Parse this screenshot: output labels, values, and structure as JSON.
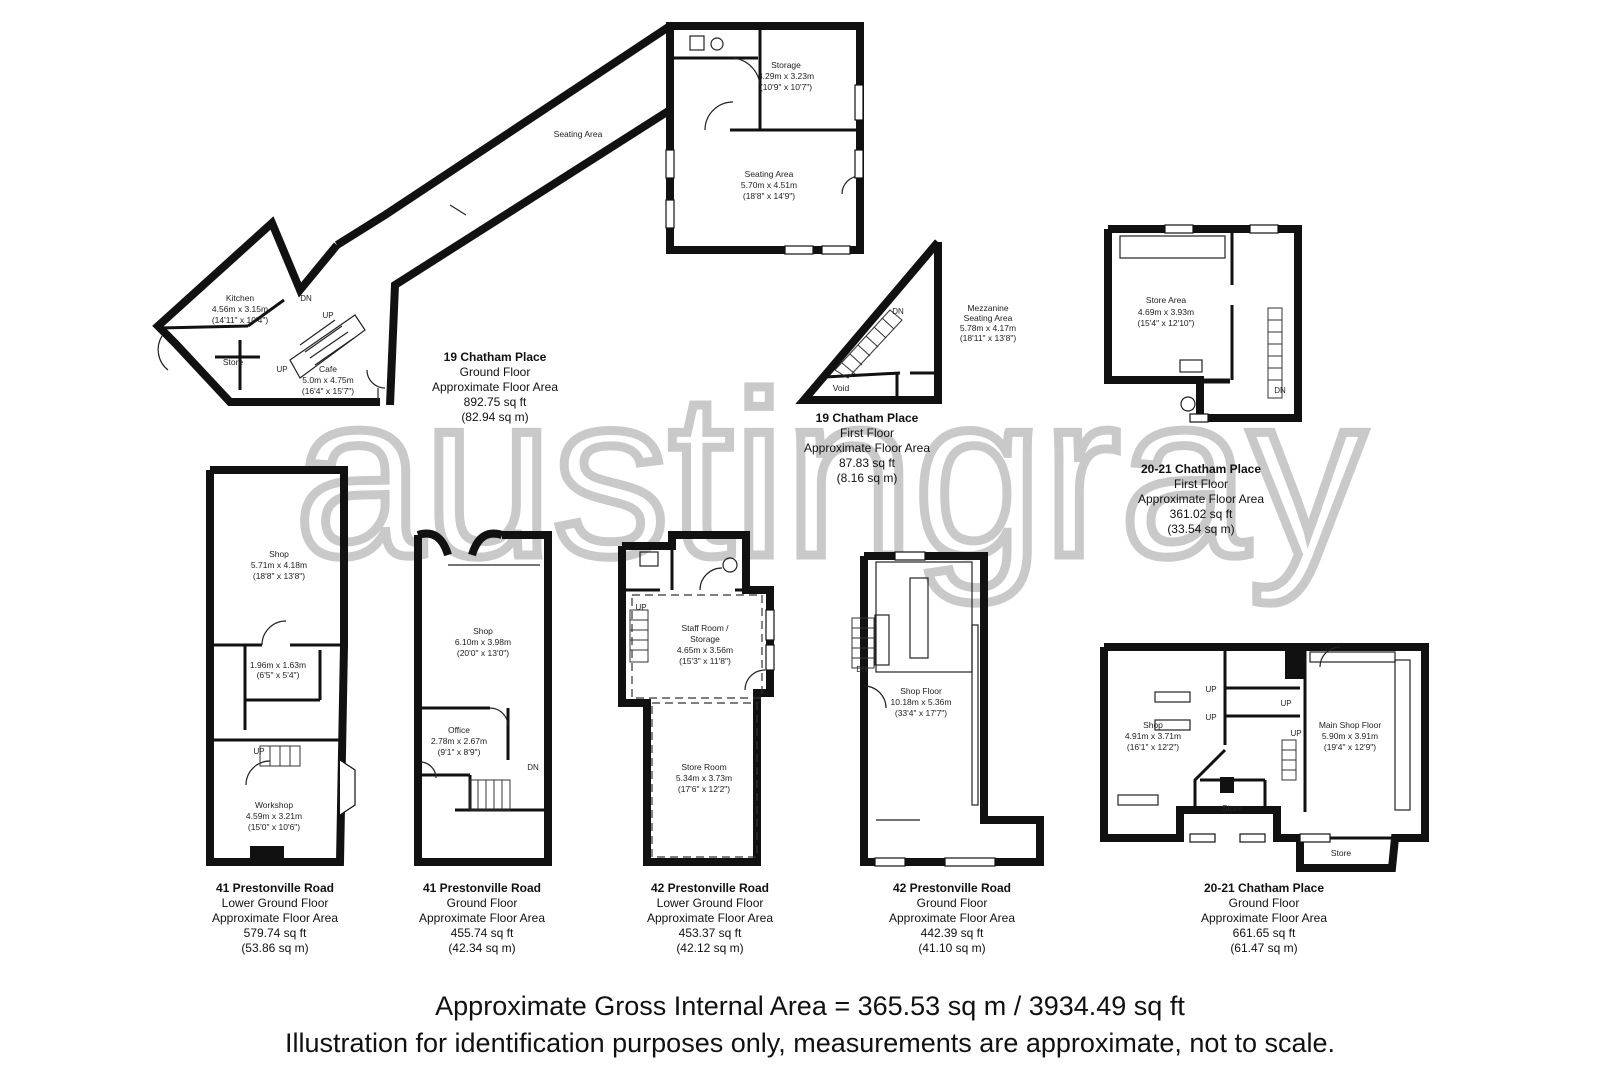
{
  "watermark": "austingray",
  "plans": [
    {
      "id": "chatham-19-ground",
      "caption": {
        "name": "19 Chatham Place",
        "floor": "Ground Floor",
        "area_label": "Approximate Floor Area",
        "sq_ft": "892.75 sq ft",
        "sq_m": "(82.94 sq m)"
      },
      "rooms": [
        {
          "name": "Storage",
          "metric": "3.29m x 3.23m",
          "imperial": "(10'9\" x 10'7\")"
        },
        {
          "name": "Seating Area",
          "metric": "5.70m x 4.51m",
          "imperial": "(18'8\" x 14'9\")"
        },
        {
          "name": "Seating Area"
        },
        {
          "name": "Kitchen",
          "metric": "4.56m x 3.15m",
          "imperial": "(14'11\" x 10'4\")"
        },
        {
          "name": "Store"
        },
        {
          "name": "Cafe",
          "metric": "5.0m x 4.75m",
          "imperial": "(16'4\" x 15'7\")"
        }
      ],
      "markers": [
        "DN",
        "UP",
        "UP"
      ]
    },
    {
      "id": "chatham-19-first",
      "caption": {
        "name": "19 Chatham Place",
        "floor": "First Floor",
        "area_label": "Approximate Floor Area",
        "sq_ft": "87.83 sq ft",
        "sq_m": "(8.16 sq m)"
      },
      "rooms": [
        {
          "name": "Mezzanine",
          "name2": "Seating Area",
          "metric": "5.78m x 4.17m",
          "imperial": "(18'11\" x 13'8\")"
        },
        {
          "name": "Void"
        }
      ],
      "markers": [
        "DN"
      ]
    },
    {
      "id": "chatham-2021-first",
      "caption": {
        "name": "20-21 Chatham Place",
        "floor": "First Floor",
        "area_label": "Approximate Floor Area",
        "sq_ft": "361.02 sq ft",
        "sq_m": "(33.54 sq m)"
      },
      "rooms": [
        {
          "name": "Store Area",
          "metric": "4.69m x 3.93m",
          "imperial": "(15'4\" x 12'10\")"
        }
      ],
      "markers": [
        "DN"
      ]
    },
    {
      "id": "prestonville-41-lower",
      "caption": {
        "name": "41 Prestonville Road",
        "floor": "Lower Ground Floor",
        "area_label": "Approximate Floor Area",
        "sq_ft": "579.74 sq ft",
        "sq_m": "(53.86 sq m)"
      },
      "rooms": [
        {
          "name": "Shop",
          "metric": "5.71m x 4.18m",
          "imperial": "(18'8\" x 13'8\")"
        },
        {
          "name": "",
          "metric": "1.96m x 1.63m",
          "imperial": "(6'5\" x 5'4\")"
        },
        {
          "name": "Workshop",
          "metric": "4.59m x 3.21m",
          "imperial": "(15'0\" x 10'6\")"
        }
      ],
      "markers": [
        "UP"
      ]
    },
    {
      "id": "prestonville-41-ground",
      "caption": {
        "name": "41 Prestonville Road",
        "floor": "Ground Floor",
        "area_label": "Approximate Floor Area",
        "sq_ft": "455.74 sq ft",
        "sq_m": "(42.34 sq m)"
      },
      "rooms": [
        {
          "name": "Shop",
          "metric": "6.10m x 3.98m",
          "imperial": "(20'0\" x 13'0\")"
        },
        {
          "name": "Office",
          "metric": "2.78m x 2.67m",
          "imperial": "(9'1\" x 8'9\")"
        }
      ],
      "markers": [
        "DN"
      ]
    },
    {
      "id": "prestonville-42-lower",
      "caption": {
        "name": "42 Prestonville Road",
        "floor": "Lower Ground Floor",
        "area_label": "Approximate Floor Area",
        "sq_ft": "453.37 sq ft",
        "sq_m": "(42.12 sq m)"
      },
      "rooms": [
        {
          "name": "Staff Room /",
          "name2": "Storage",
          "metric": "4.65m x 3.56m",
          "imperial": "(15'3\" x 11'8\")"
        },
        {
          "name": "Store Room",
          "metric": "5.34m x 3.73m",
          "imperial": "(17'6\" x 12'2\")"
        }
      ],
      "markers": [
        "UP"
      ]
    },
    {
      "id": "prestonville-42-ground",
      "caption": {
        "name": "42 Prestonville Road",
        "floor": "Ground Floor",
        "area_label": "Approximate Floor Area",
        "sq_ft": "442.39 sq ft",
        "sq_m": "(41.10 sq m)"
      },
      "rooms": [
        {
          "name": "Shop Floor",
          "metric": "10.18m x 5.36m",
          "imperial": "(33'4\" x 17'7\")"
        }
      ],
      "markers": [
        "DN"
      ]
    },
    {
      "id": "chatham-2021-ground",
      "caption": {
        "name": "20-21 Chatham Place",
        "floor": "Ground Floor",
        "area_label": "Approximate Floor Area",
        "sq_ft": "661.65 sq ft",
        "sq_m": "(61.47 sq m)"
      },
      "rooms": [
        {
          "name": "Shop",
          "metric": "4.91m x 3.71m",
          "imperial": "(16'1\" x 12'2\")"
        },
        {
          "name": "Main Shop Floor",
          "metric": "5.90m x 3.91m",
          "imperial": "(19'4\" x 12'9\")"
        },
        {
          "name": "Store"
        },
        {
          "name": "Store"
        }
      ],
      "markers": [
        "UP",
        "UP",
        "UP",
        "UP"
      ]
    }
  ],
  "footer": {
    "line1": "Approximate Gross Internal Area = 365.53 sq m / 3934.49 sq ft",
    "line2": "Illustration for identification purposes only, measurements are approximate, not to scale."
  }
}
